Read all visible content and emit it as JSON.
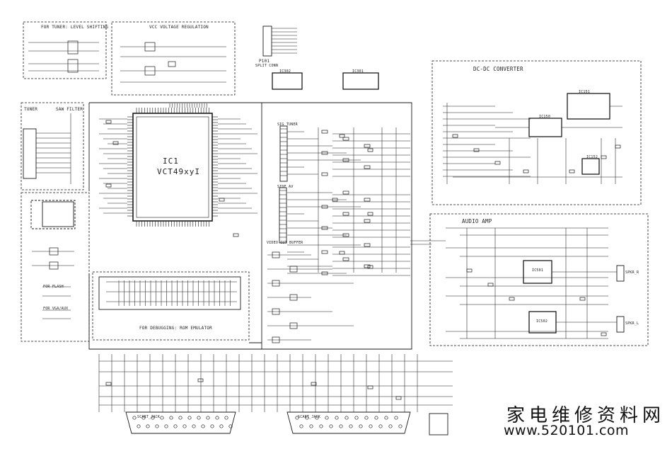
{
  "sections": {
    "tuner_level_shifting": "FOR TUNER: LEVEL SHIFTING",
    "vcc_regulation": "VCC VOLTAGE REGULATION",
    "tuner": "TUNER",
    "saw_filter": "SAW FILTER",
    "dcdc": "DC-DC CONVERTER",
    "audio_amp": "AUDIO AMP",
    "sig_tuner": "SIG TUNER",
    "side_av": "SIDE AV",
    "video_out_buffer": "VIDEO OUT BUFFER",
    "debugging": "FOR DEBUGGING: ROM EMULATOR",
    "for_flash": "FOR FLASH",
    "for_vga": "FOR VGA/AUX"
  },
  "components": {
    "ic1_ref": "IC1",
    "ic1_part": "VCT49xyI",
    "p101_ref": "P101",
    "p101_name": "SPLIT CONN",
    "ic_reg1": "IC302",
    "ic_reg2": "IC301",
    "ic_dcdc": "IC151",
    "ic_dcdc2": "IC150",
    "ic_sw": "IC152",
    "ic_amp1": "IC501",
    "ic_amp2": "IC502",
    "spk_r": "SPKR_R",
    "spk_l": "SPKR_L",
    "scart1": "SCART_JACK",
    "scart2": "SCART_JACK"
  },
  "watermark": {
    "chinese": "家电维修资料网",
    "url": "www.520101.com"
  },
  "colors": {
    "line": "#1a1a1a",
    "background": "#ffffff"
  }
}
